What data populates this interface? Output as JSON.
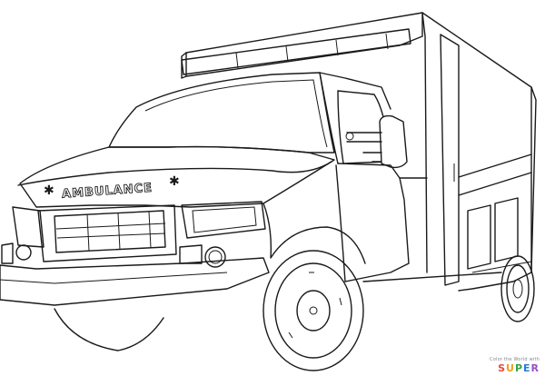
{
  "vehicle": {
    "hood_lettering": "AMBULANCE",
    "star_symbol": "✱"
  },
  "watermark": {
    "tagline": "Color the World with",
    "logo_letters": [
      "S",
      "U",
      "P",
      "E",
      "R"
    ]
  },
  "colors": {
    "ink": "#1a1a1a",
    "paper": "#ffffff"
  }
}
